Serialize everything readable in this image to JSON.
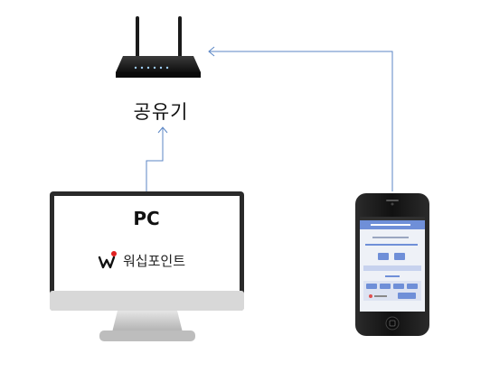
{
  "router": {
    "label": "공유기"
  },
  "pc": {
    "label": "PC",
    "app_name": "워십포인트"
  },
  "colors": {
    "connector": "#5b86c5",
    "device_dark": "#1c1c1c",
    "monitor_frame": "#2a2a2a",
    "stand": "#cfcfcf",
    "logo_red": "#e02020"
  }
}
